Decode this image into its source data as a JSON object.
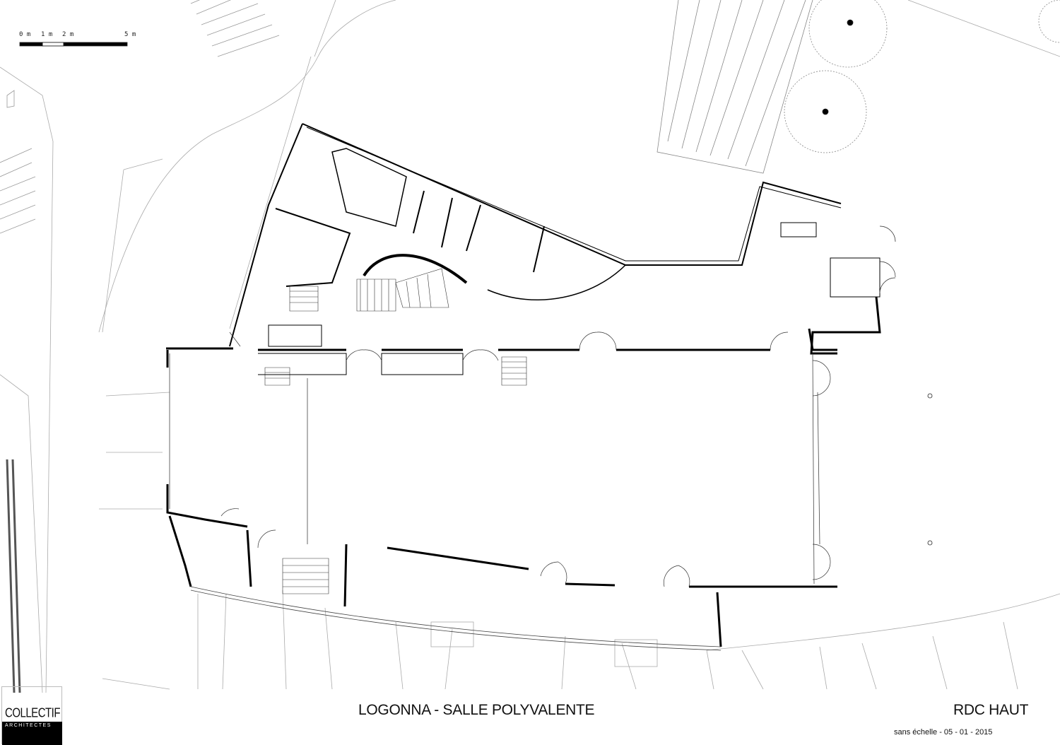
{
  "scale_bar": {
    "labels": [
      "0 m",
      "1 m",
      "2 m",
      "5 m"
    ]
  },
  "logo": {
    "line1": "COLLECTIF",
    "line2": "ARCHITECTES"
  },
  "title_block": {
    "project_title": "LOGONNA - SALLE POLYVALENTE",
    "sheet_name": "RDC HAUT",
    "scale_and_date": "sans échelle - 05 - 01 - 2015"
  }
}
